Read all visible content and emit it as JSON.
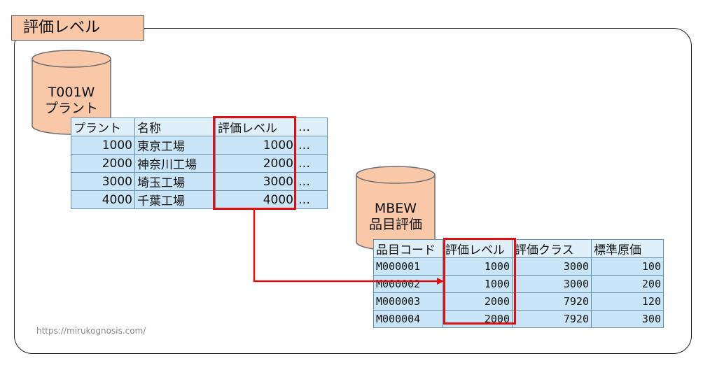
{
  "title": "評価レベル",
  "plant_db": {
    "line1": "T001W",
    "line2": "プラント"
  },
  "plant_table": {
    "headers": [
      "プラント",
      "名称",
      "評価レベル",
      "…"
    ],
    "rows": [
      [
        "1000",
        "東京工場",
        "1000",
        "…"
      ],
      [
        "2000",
        "神奈川工場",
        "2000",
        "…"
      ],
      [
        "3000",
        "埼玉工場",
        "3000",
        "…"
      ],
      [
        "4000",
        "千葉工場",
        "4000",
        "…"
      ]
    ]
  },
  "mbew_db": {
    "line1": "MBEW",
    "line2": "品目評価"
  },
  "mbew_table": {
    "headers": [
      "品目コード",
      "評価レベル",
      "評価クラス",
      "標準原価"
    ],
    "rows": [
      [
        "M000001",
        "1000",
        "3000",
        "100"
      ],
      [
        "M000002",
        "1000",
        "3000",
        "200"
      ],
      [
        "M000003",
        "2000",
        "7920",
        "120"
      ],
      [
        "M000004",
        "2000",
        "7920",
        "300"
      ]
    ]
  },
  "url": "https://mirukognosis.com/",
  "colors": {
    "highlight": "#e01010",
    "cylinder": "#f8c8a8",
    "cell": "#c8e6f8"
  }
}
